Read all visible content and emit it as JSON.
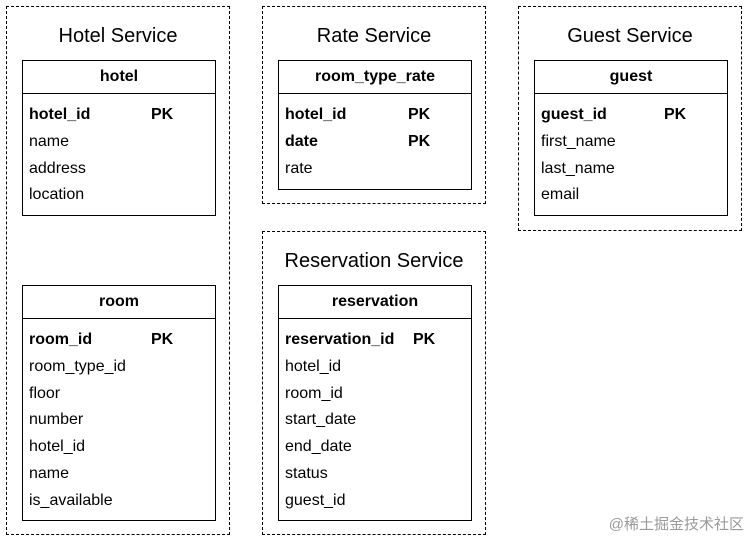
{
  "services": {
    "hotel": {
      "title": "Hotel Service",
      "tables": {
        "hotel": {
          "name": "hotel",
          "rows": [
            {
              "field": "hotel_id",
              "key": "PK"
            },
            {
              "field": "name",
              "key": ""
            },
            {
              "field": "address",
              "key": ""
            },
            {
              "field": "location",
              "key": ""
            }
          ]
        },
        "room": {
          "name": "room",
          "rows": [
            {
              "field": "room_id",
              "key": "PK"
            },
            {
              "field": "room_type_id",
              "key": ""
            },
            {
              "field": "floor",
              "key": ""
            },
            {
              "field": "number",
              "key": ""
            },
            {
              "field": "hotel_id",
              "key": ""
            },
            {
              "field": "name",
              "key": ""
            },
            {
              "field": "is_available",
              "key": ""
            }
          ]
        }
      }
    },
    "rate": {
      "title": "Rate Service",
      "tables": {
        "room_type_rate": {
          "name": "room_type_rate",
          "rows": [
            {
              "field": "hotel_id",
              "key": "PK"
            },
            {
              "field": "date",
              "key": "PK"
            },
            {
              "field": "rate",
              "key": ""
            }
          ]
        }
      }
    },
    "guest": {
      "title": "Guest Service",
      "tables": {
        "guest": {
          "name": "guest",
          "rows": [
            {
              "field": "guest_id",
              "key": "PK"
            },
            {
              "field": "first_name",
              "key": ""
            },
            {
              "field": "last_name",
              "key": ""
            },
            {
              "field": "email",
              "key": ""
            }
          ]
        }
      }
    },
    "reservation": {
      "title": "Reservation Service",
      "tables": {
        "reservation": {
          "name": "reservation",
          "rows": [
            {
              "field": "reservation_id",
              "key": "PK"
            },
            {
              "field": "hotel_id",
              "key": ""
            },
            {
              "field": "room_id",
              "key": ""
            },
            {
              "field": "start_date",
              "key": ""
            },
            {
              "field": "end_date",
              "key": ""
            },
            {
              "field": "status",
              "key": ""
            },
            {
              "field": "guest_id",
              "key": ""
            }
          ]
        }
      }
    }
  },
  "watermark": "@稀土掘金技术社区"
}
